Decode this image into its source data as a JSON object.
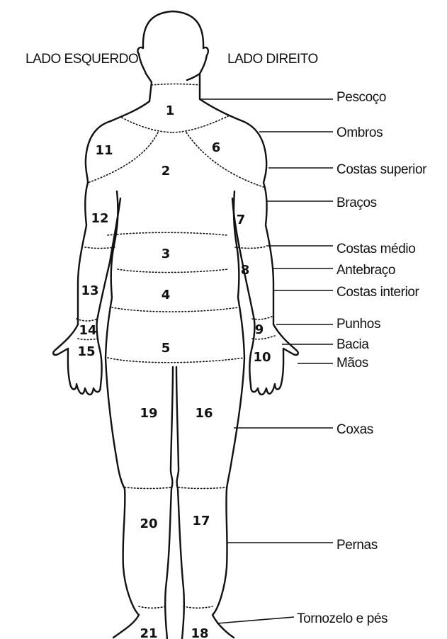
{
  "headers": {
    "left": "LADO ESQUERDO",
    "right": "LADO DIREITO"
  },
  "regions": [
    "Pescoço",
    "Ombros",
    "Costas superior",
    "Braços",
    "Costas médio",
    "Antebraço",
    "Costas interior",
    "Punhos",
    "Bacia",
    "Mãos",
    "Coxas",
    "Pernas",
    "Tornozelo e pés"
  ],
  "zones": [
    "1",
    "2",
    "3",
    "4",
    "5",
    "6",
    "7",
    "8",
    "9",
    "10",
    "11",
    "12",
    "13",
    "14",
    "15",
    "16",
    "17",
    "18",
    "19",
    "20",
    "21"
  ]
}
